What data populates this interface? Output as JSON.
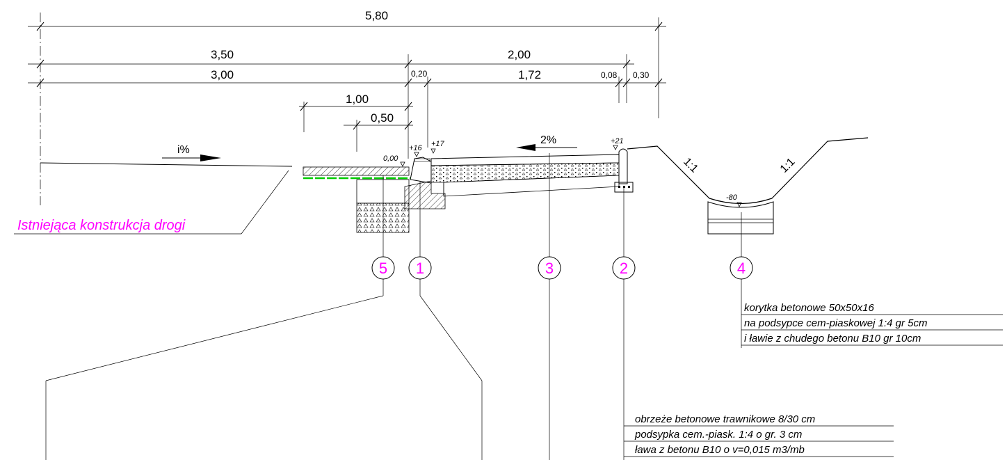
{
  "dimensions": {
    "total": "5,80",
    "left_upper": "3,50",
    "right_upper": "2,00",
    "left_lower": "3,00",
    "seg_020": "0,20",
    "seg_172": "1,72",
    "seg_008": "0,08",
    "seg_030": "0,30",
    "one_meter": "1,00",
    "half_meter": "0,50"
  },
  "elevations": {
    "zero": "0,00",
    "plus16": "+16",
    "plus17": "+17",
    "plus21": "+21",
    "minus80": "-80"
  },
  "slopes": {
    "road": "i%",
    "sidewalk": "2%",
    "ditch_left": "1:1",
    "ditch_right": "1:1"
  },
  "labels": {
    "existing_road": "Istniejąca konstrukcja drogi"
  },
  "markers": [
    "5",
    "1",
    "3",
    "2",
    "4"
  ],
  "notes": {
    "gutter": [
      "korytka betonowe 50x50x16",
      "na podsypce cem-piaskowej 1:4 gr 5cm",
      "i ławie z chudego betonu B10 gr 10cm"
    ],
    "edging": [
      "obrzeże betonowe trawnikowe  8/30 cm",
      "podsypka cem.-piask. 1:4 o gr. 3 cm",
      "ława z betonu B10 o v=0,015 m3/mb"
    ]
  },
  "colors": {
    "magenta": "#ff00ff",
    "green": "#00cc00",
    "line": "#000000"
  }
}
